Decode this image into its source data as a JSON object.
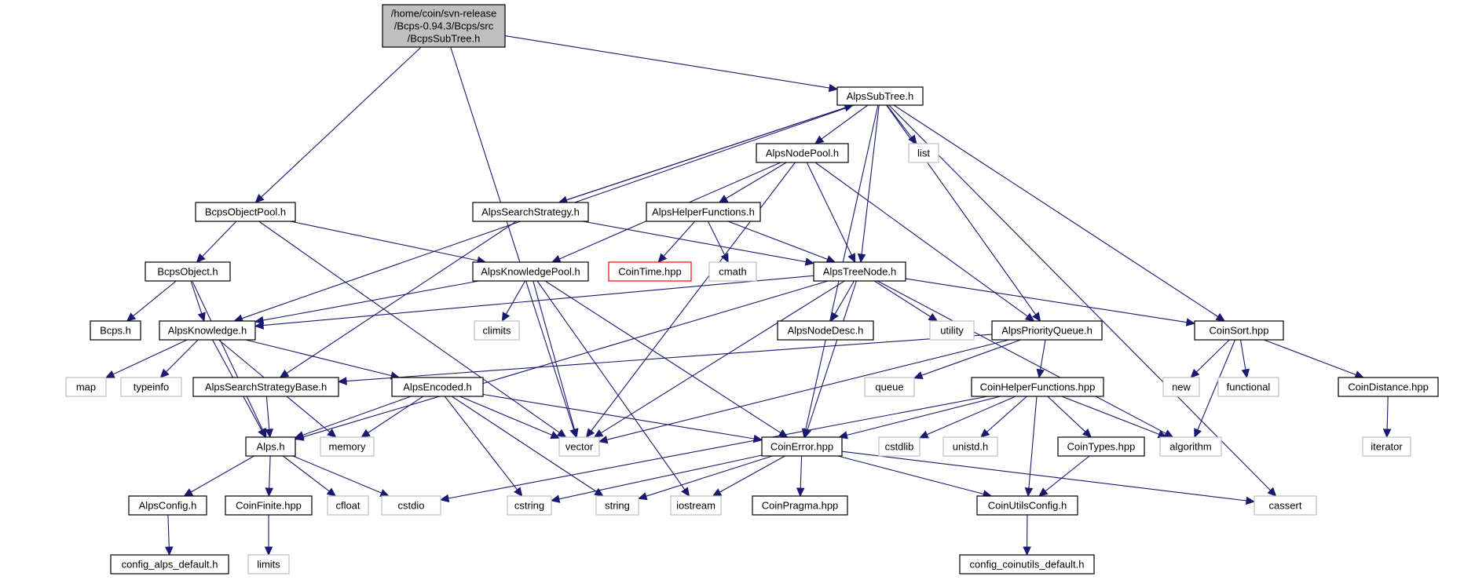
{
  "title": "Include dependency graph for BcpsSubTree.h",
  "colors": {
    "edge": "#191970",
    "root_fill": "#bfbfbf",
    "missing_border": "#ff0000",
    "external_border": "#bfbfbf",
    "node_border": "#000000"
  },
  "nodes": [
    {
      "id": "root",
      "lines": [
        "/home/coin/svn-release",
        "/Bcps-0.94.3/Bcps/src",
        "/BcpsSubTree.h"
      ],
      "kind": "root"
    },
    {
      "id": "AlpsSubTree",
      "lines": [
        "AlpsSubTree.h"
      ],
      "kind": "solid"
    },
    {
      "id": "AlpsNodePool",
      "lines": [
        "AlpsNodePool.h"
      ],
      "kind": "solid"
    },
    {
      "id": "list",
      "lines": [
        "list"
      ],
      "kind": "ext"
    },
    {
      "id": "BcpsObjectPool",
      "lines": [
        "BcpsObjectPool.h"
      ],
      "kind": "solid"
    },
    {
      "id": "AlpsSearchStrategy",
      "lines": [
        "AlpsSearchStrategy.h"
      ],
      "kind": "solid"
    },
    {
      "id": "AlpsHelperFunctions",
      "lines": [
        "AlpsHelperFunctions.h"
      ],
      "kind": "solid"
    },
    {
      "id": "BcpsObject",
      "lines": [
        "BcpsObject.h"
      ],
      "kind": "solid"
    },
    {
      "id": "AlpsKnowledgePool",
      "lines": [
        "AlpsKnowledgePool.h"
      ],
      "kind": "solid"
    },
    {
      "id": "CoinTime",
      "lines": [
        "CoinTime.hpp"
      ],
      "kind": "missing"
    },
    {
      "id": "cmath",
      "lines": [
        "cmath"
      ],
      "kind": "ext"
    },
    {
      "id": "AlpsTreeNode",
      "lines": [
        "AlpsTreeNode.h"
      ],
      "kind": "solid"
    },
    {
      "id": "Bcps",
      "lines": [
        "Bcps.h"
      ],
      "kind": "solid"
    },
    {
      "id": "AlpsKnowledge",
      "lines": [
        "AlpsKnowledge.h"
      ],
      "kind": "solid"
    },
    {
      "id": "climits",
      "lines": [
        "climits"
      ],
      "kind": "ext"
    },
    {
      "id": "AlpsNodeDesc",
      "lines": [
        "AlpsNodeDesc.h"
      ],
      "kind": "solid"
    },
    {
      "id": "utility",
      "lines": [
        "utility"
      ],
      "kind": "ext"
    },
    {
      "id": "AlpsPriorityQueue",
      "lines": [
        "AlpsPriorityQueue.h"
      ],
      "kind": "solid"
    },
    {
      "id": "CoinSort",
      "lines": [
        "CoinSort.hpp"
      ],
      "kind": "solid"
    },
    {
      "id": "map",
      "lines": [
        "map"
      ],
      "kind": "ext"
    },
    {
      "id": "typeinfo",
      "lines": [
        "typeinfo"
      ],
      "kind": "ext"
    },
    {
      "id": "AlpsSearchStrategyBase",
      "lines": [
        "AlpsSearchStrategyBase.h"
      ],
      "kind": "solid"
    },
    {
      "id": "AlpsEncoded",
      "lines": [
        "AlpsEncoded.h"
      ],
      "kind": "solid"
    },
    {
      "id": "queue",
      "lines": [
        "queue"
      ],
      "kind": "ext"
    },
    {
      "id": "CoinHelperFunctions",
      "lines": [
        "CoinHelperFunctions.hpp"
      ],
      "kind": "solid"
    },
    {
      "id": "new",
      "lines": [
        "new"
      ],
      "kind": "ext"
    },
    {
      "id": "functional",
      "lines": [
        "functional"
      ],
      "kind": "ext"
    },
    {
      "id": "CoinDistance",
      "lines": [
        "CoinDistance.hpp"
      ],
      "kind": "solid"
    },
    {
      "id": "Alps",
      "lines": [
        "Alps.h"
      ],
      "kind": "solid"
    },
    {
      "id": "memory",
      "lines": [
        "memory"
      ],
      "kind": "ext"
    },
    {
      "id": "vector",
      "lines": [
        "vector"
      ],
      "kind": "ext"
    },
    {
      "id": "CoinError",
      "lines": [
        "CoinError.hpp"
      ],
      "kind": "solid"
    },
    {
      "id": "cstdlib",
      "lines": [
        "cstdlib"
      ],
      "kind": "ext"
    },
    {
      "id": "unistd",
      "lines": [
        "unistd.h"
      ],
      "kind": "ext"
    },
    {
      "id": "CoinTypes",
      "lines": [
        "CoinTypes.hpp"
      ],
      "kind": "solid"
    },
    {
      "id": "algorithm",
      "lines": [
        "algorithm"
      ],
      "kind": "ext"
    },
    {
      "id": "iterator",
      "lines": [
        "iterator"
      ],
      "kind": "ext"
    },
    {
      "id": "AlpsConfig",
      "lines": [
        "AlpsConfig.h"
      ],
      "kind": "solid"
    },
    {
      "id": "CoinFinite",
      "lines": [
        "CoinFinite.hpp"
      ],
      "kind": "solid"
    },
    {
      "id": "cfloat",
      "lines": [
        "cfloat"
      ],
      "kind": "ext"
    },
    {
      "id": "cstdio",
      "lines": [
        "cstdio"
      ],
      "kind": "ext"
    },
    {
      "id": "cstring",
      "lines": [
        "cstring"
      ],
      "kind": "ext"
    },
    {
      "id": "string",
      "lines": [
        "string"
      ],
      "kind": "ext"
    },
    {
      "id": "iostream",
      "lines": [
        "iostream"
      ],
      "kind": "ext"
    },
    {
      "id": "CoinPragma",
      "lines": [
        "CoinPragma.hpp"
      ],
      "kind": "solid"
    },
    {
      "id": "CoinUtilsConfig",
      "lines": [
        "CoinUtilsConfig.h"
      ],
      "kind": "solid"
    },
    {
      "id": "cassert",
      "lines": [
        "cassert"
      ],
      "kind": "ext"
    },
    {
      "id": "config_alps_default",
      "lines": [
        "config_alps_default.h"
      ],
      "kind": "solid"
    },
    {
      "id": "limits",
      "lines": [
        "limits"
      ],
      "kind": "ext"
    },
    {
      "id": "config_coinutils_default",
      "lines": [
        "config_coinutils_default.h"
      ],
      "kind": "solid"
    }
  ],
  "edges": [
    [
      "root",
      "AlpsSubTree"
    ],
    [
      "root",
      "BcpsObjectPool"
    ],
    [
      "root",
      "vector"
    ],
    [
      "AlpsSubTree",
      "AlpsNodePool"
    ],
    [
      "AlpsSubTree",
      "list"
    ],
    [
      "AlpsSubTree",
      "AlpsSearchStrategy"
    ],
    [
      "AlpsSubTree",
      "AlpsKnowledge"
    ],
    [
      "AlpsSubTree",
      "AlpsTreeNode"
    ],
    [
      "AlpsSubTree",
      "AlpsPriorityQueue"
    ],
    [
      "AlpsSubTree",
      "CoinSort"
    ],
    [
      "AlpsSubTree",
      "CoinError"
    ],
    [
      "AlpsSubTree",
      "cassert"
    ],
    [
      "AlpsSearchStrategy",
      "AlpsSubTree"
    ],
    [
      "AlpsNodePool",
      "AlpsHelperFunctions"
    ],
    [
      "AlpsNodePool",
      "AlpsKnowledgePool"
    ],
    [
      "AlpsNodePool",
      "AlpsTreeNode"
    ],
    [
      "AlpsNodePool",
      "AlpsPriorityQueue"
    ],
    [
      "AlpsNodePool",
      "vector"
    ],
    [
      "BcpsObjectPool",
      "BcpsObject"
    ],
    [
      "BcpsObjectPool",
      "AlpsKnowledgePool"
    ],
    [
      "BcpsObjectPool",
      "vector"
    ],
    [
      "AlpsSearchStrategy",
      "AlpsTreeNode"
    ],
    [
      "AlpsSearchStrategy",
      "AlpsSearchStrategyBase"
    ],
    [
      "AlpsHelperFunctions",
      "CoinTime"
    ],
    [
      "AlpsHelperFunctions",
      "cmath"
    ],
    [
      "AlpsHelperFunctions",
      "AlpsTreeNode"
    ],
    [
      "BcpsObject",
      "Bcps"
    ],
    [
      "BcpsObject",
      "AlpsKnowledge"
    ],
    [
      "BcpsObject",
      "Alps"
    ],
    [
      "AlpsKnowledgePool",
      "AlpsKnowledge"
    ],
    [
      "AlpsKnowledgePool",
      "climits"
    ],
    [
      "AlpsKnowledgePool",
      "vector"
    ],
    [
      "AlpsKnowledgePool",
      "iostream"
    ],
    [
      "AlpsKnowledgePool",
      "CoinError"
    ],
    [
      "AlpsTreeNode",
      "AlpsKnowledge"
    ],
    [
      "AlpsTreeNode",
      "AlpsNodeDesc"
    ],
    [
      "AlpsTreeNode",
      "utility"
    ],
    [
      "AlpsTreeNode",
      "CoinSort"
    ],
    [
      "AlpsTreeNode",
      "Alps"
    ],
    [
      "AlpsTreeNode",
      "vector"
    ],
    [
      "AlpsTreeNode",
      "CoinError"
    ],
    [
      "AlpsTreeNode",
      "algorithm"
    ],
    [
      "AlpsKnowledge",
      "map"
    ],
    [
      "AlpsKnowledge",
      "typeinfo"
    ],
    [
      "AlpsKnowledge",
      "AlpsEncoded"
    ],
    [
      "AlpsKnowledge",
      "Alps"
    ],
    [
      "AlpsKnowledge",
      "memory"
    ],
    [
      "AlpsPriorityQueue",
      "queue"
    ],
    [
      "AlpsPriorityQueue",
      "CoinHelperFunctions"
    ],
    [
      "AlpsPriorityQueue",
      "vector"
    ],
    [
      "AlpsPriorityQueue",
      "AlpsSearchStrategyBase"
    ],
    [
      "CoinSort",
      "new"
    ],
    [
      "CoinSort",
      "functional"
    ],
    [
      "CoinSort",
      "CoinDistance"
    ],
    [
      "CoinSort",
      "algorithm"
    ],
    [
      "AlpsSearchStrategyBase",
      "Alps"
    ],
    [
      "AlpsEncoded",
      "Alps"
    ],
    [
      "AlpsEncoded",
      "memory"
    ],
    [
      "AlpsEncoded",
      "vector"
    ],
    [
      "AlpsEncoded",
      "CoinError"
    ],
    [
      "AlpsEncoded",
      "cstring"
    ],
    [
      "AlpsEncoded",
      "string"
    ],
    [
      "CoinHelperFunctions",
      "CoinError"
    ],
    [
      "CoinHelperFunctions",
      "cstdlib"
    ],
    [
      "CoinHelperFunctions",
      "unistd"
    ],
    [
      "CoinHelperFunctions",
      "CoinTypes"
    ],
    [
      "CoinHelperFunctions",
      "algorithm"
    ],
    [
      "CoinHelperFunctions",
      "CoinUtilsConfig"
    ],
    [
      "CoinHelperFunctions",
      "cstdio"
    ],
    [
      "CoinDistance",
      "iterator"
    ],
    [
      "Alps",
      "AlpsConfig"
    ],
    [
      "Alps",
      "CoinFinite"
    ],
    [
      "Alps",
      "cfloat"
    ],
    [
      "Alps",
      "cstdio"
    ],
    [
      "CoinError",
      "cstring"
    ],
    [
      "CoinError",
      "string"
    ],
    [
      "CoinError",
      "iostream"
    ],
    [
      "CoinError",
      "CoinPragma"
    ],
    [
      "CoinError",
      "CoinUtilsConfig"
    ],
    [
      "CoinError",
      "cassert"
    ],
    [
      "CoinTypes",
      "CoinUtilsConfig"
    ],
    [
      "AlpsConfig",
      "config_alps_default"
    ],
    [
      "CoinFinite",
      "limits"
    ],
    [
      "CoinUtilsConfig",
      "config_coinutils_default"
    ]
  ]
}
